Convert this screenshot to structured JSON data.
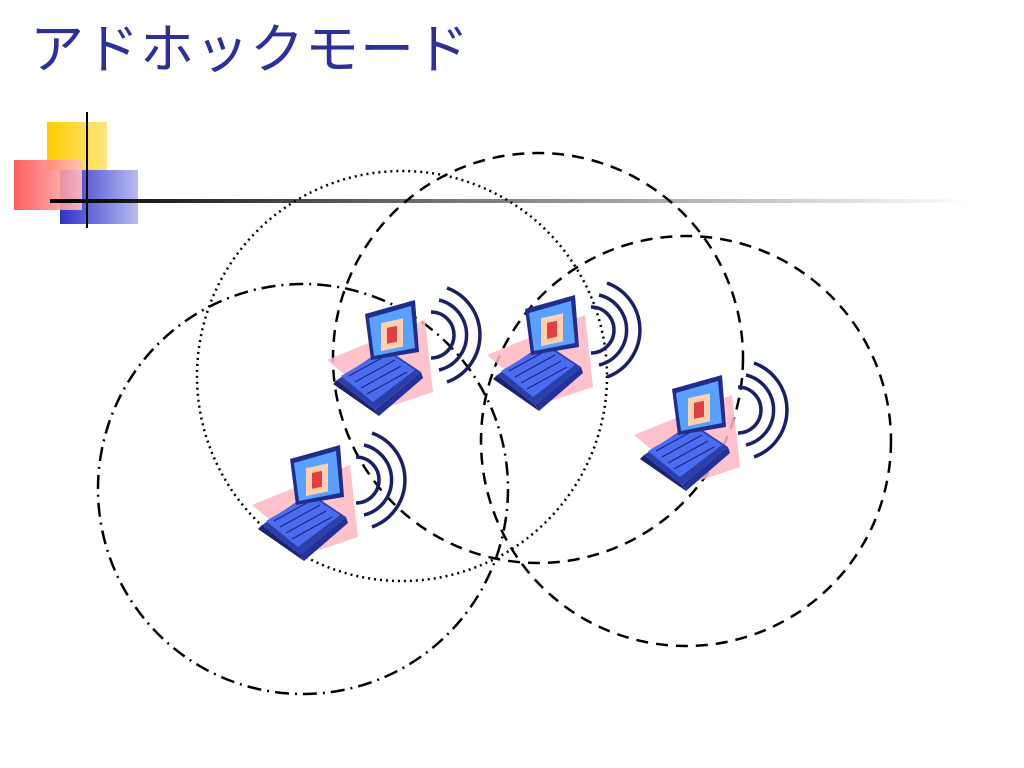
{
  "slide": {
    "title": "アドホックモード"
  },
  "diagram": {
    "coverage_areas": [
      {
        "name": "coverage-dotted",
        "style": "dotted"
      },
      {
        "name": "coverage-dashed-top",
        "style": "dashed"
      },
      {
        "name": "coverage-dashed-right",
        "style": "dashed"
      },
      {
        "name": "coverage-dashdot-left",
        "style": "dash-dot"
      }
    ],
    "nodes": [
      {
        "name": "laptop-1",
        "icon": "laptop-wireless-icon"
      },
      {
        "name": "laptop-2",
        "icon": "laptop-wireless-icon"
      },
      {
        "name": "laptop-3",
        "icon": "laptop-wireless-icon"
      },
      {
        "name": "laptop-4",
        "icon": "laptop-wireless-icon"
      }
    ]
  },
  "colors": {
    "title": "#2d2f9a",
    "accent_yellow": "#ffd200",
    "accent_red": "#ff4d4d",
    "accent_blue": "#2e33c8",
    "laptop_body": "#3d5ee0",
    "signal_fan": "#ffb6c1"
  }
}
